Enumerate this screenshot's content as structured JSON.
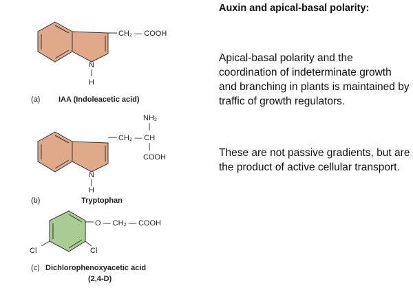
{
  "title": "Auxin and apical-basal polarity:",
  "paragraphs": [
    "Apical-basal polarity and the coordination of indeterminate growth and branching in plants is maintained by traffic of growth regulators.",
    "These are not passive gradients, but are the product of active cellular transport."
  ],
  "molecules": {
    "iaa": {
      "letter": "(a)",
      "name": "IAA (Indoleacetic acid)",
      "chain": "CH₂ — COOH",
      "n": "N",
      "h": "H",
      "color": "#e0a98a"
    },
    "trp": {
      "letter": "(b)",
      "name": "Tryptophan",
      "nh2": "NH₂",
      "chain": "CH₂ — CH",
      "cooh": "COOH",
      "n": "N",
      "h": "H",
      "color": "#e0a98a"
    },
    "d24": {
      "letter": "(c)",
      "name": "Dichlorophenoxyacetic acid",
      "abbr": "(2,4-D)",
      "chain": "O — CH₂ — COOH",
      "cl1": "Cl",
      "cl2": "Cl",
      "color": "#a9cc92"
    }
  }
}
